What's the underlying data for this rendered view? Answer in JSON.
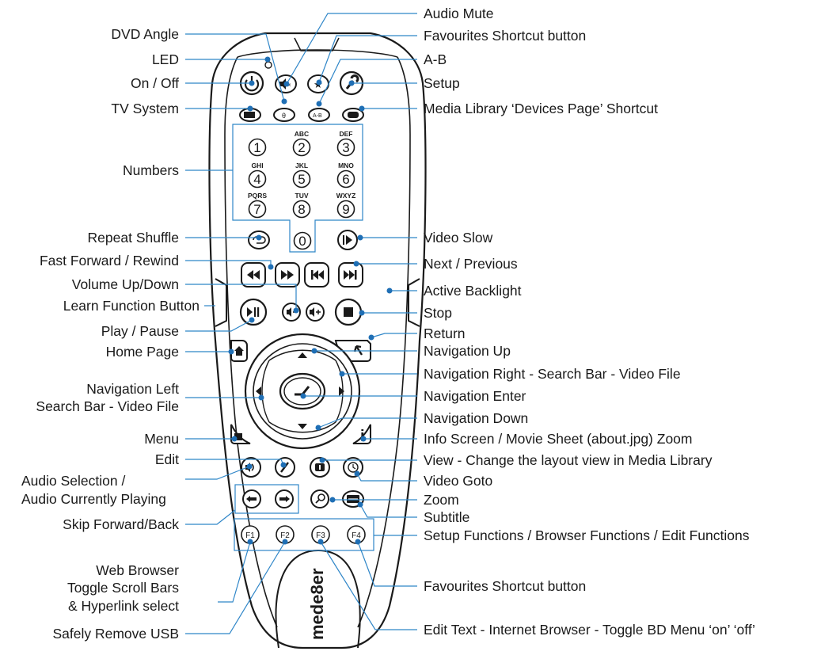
{
  "brand": "mede8er",
  "remote_buttons": {
    "numbers": [
      {
        "digit": "1",
        "letters": ""
      },
      {
        "digit": "2",
        "letters": "ABC"
      },
      {
        "digit": "3",
        "letters": "DEF"
      },
      {
        "digit": "4",
        "letters": "GHI"
      },
      {
        "digit": "5",
        "letters": "JKL"
      },
      {
        "digit": "6",
        "letters": "MNO"
      },
      {
        "digit": "7",
        "letters": "PQRS"
      },
      {
        "digit": "8",
        "letters": "TUV"
      },
      {
        "digit": "9",
        "letters": "WXYZ"
      },
      {
        "digit": "0",
        "letters": ""
      }
    ],
    "function_keys": [
      "F1",
      "F2",
      "F3",
      "F4"
    ]
  },
  "labels_left": {
    "dvd_angle": "DVD Angle",
    "led": "LED",
    "on_off": "On / Off",
    "tv_system": "TV System",
    "numbers": "Numbers",
    "repeat_shuffle": "Repeat Shuffle",
    "fast_forward_rewind": "Fast Forward / Rewind",
    "volume_up_down": "Volume Up/Down",
    "learn_function": "Learn Function Button",
    "play_pause": "Play / Pause",
    "home_page": "Home Page",
    "nav_left_1": "Navigation Left",
    "nav_left_2": "Search Bar - Video File",
    "menu": "Menu",
    "edit": "Edit",
    "audio_selection_1": "Audio Selection /",
    "audio_selection_2": "Audio Currently Playing",
    "skip_forward_back": "Skip Forward/Back",
    "web_browser_1": "Web Browser",
    "web_browser_2": "Toggle Scroll Bars",
    "web_browser_3": "& Hyperlink select",
    "safely_remove_usb": "Safely Remove USB"
  },
  "labels_right": {
    "audio_mute": "Audio Mute",
    "favourites_shortcut_top": "Favourites Shortcut button",
    "a_b": "A-B",
    "setup": "Setup",
    "media_library_devices": "Media Library ‘Devices Page’ Shortcut",
    "video_slow": "Video Slow",
    "next_previous": "Next / Previous",
    "active_backlight": "Active Backlight",
    "stop": "Stop",
    "return": "Return",
    "navigation_up": "Navigation Up",
    "navigation_right": "Navigation Right - Search Bar - Video File",
    "navigation_enter": "Navigation Enter",
    "navigation_down": "Navigation Down",
    "info_screen": "Info Screen / Movie Sheet (about.jpg) Zoom",
    "view": "View - Change the layout view in Media Library",
    "video_goto": "Video Goto",
    "zoom": "Zoom",
    "subtitle": "Subtitle",
    "setup_functions": "Setup Functions / Browser Functions / Edit Functions",
    "favourites_shortcut_bottom": "Favourites Shortcut button",
    "edit_text": "Edit Text - Internet Browser - Toggle BD Menu ‘on’ ‘off’"
  },
  "colors": {
    "leader_line": "#2f86c8",
    "dot": "#1f6fb5",
    "outline": "#1a1a1a",
    "text": "#1a1a1a"
  }
}
